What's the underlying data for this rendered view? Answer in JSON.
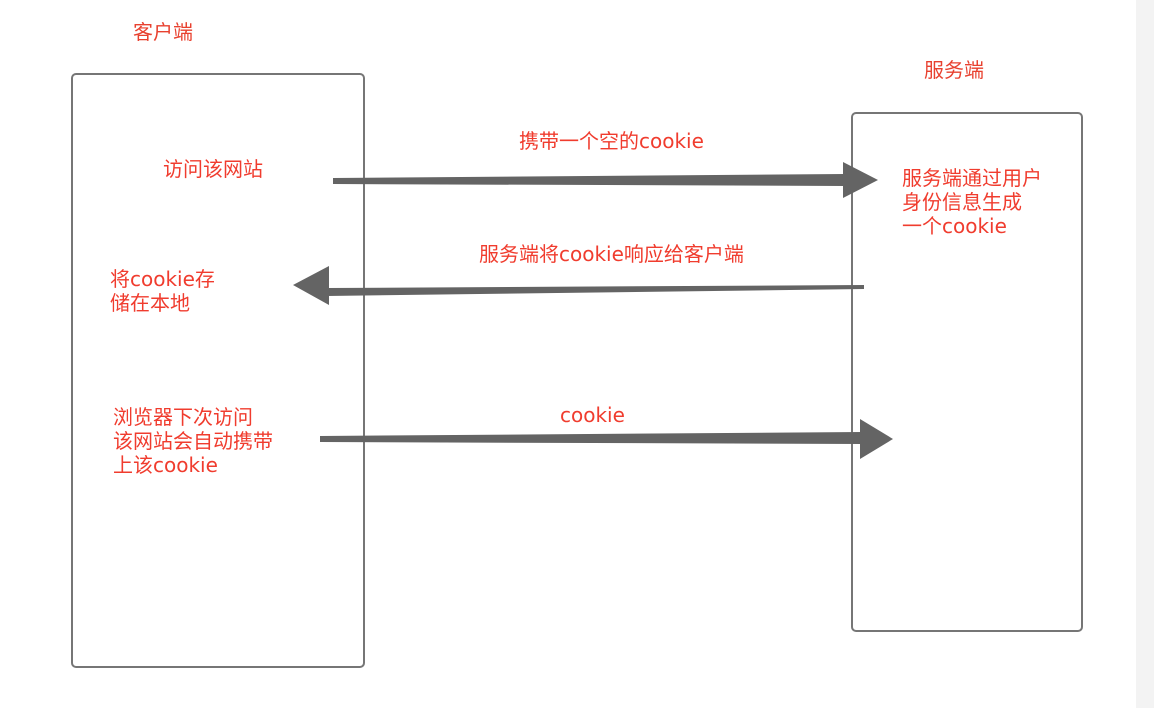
{
  "client": {
    "title": "客户端",
    "step1": "访问该网站",
    "step2": "将cookie存\n储在本地",
    "step3": "浏览器下次访问\n该网站会自动携带\n上该cookie"
  },
  "server": {
    "title": "服务端",
    "action": "服务端通过用户\n身份信息生成\n一个cookie"
  },
  "arrows": {
    "request_label": "携带一个空的cookie",
    "response_label": "服务端将cookie响应给客户端",
    "next_request_label": "cookie"
  },
  "colors": {
    "text": "#f03c2e",
    "arrow": "#646464",
    "box_border": "#767676"
  }
}
